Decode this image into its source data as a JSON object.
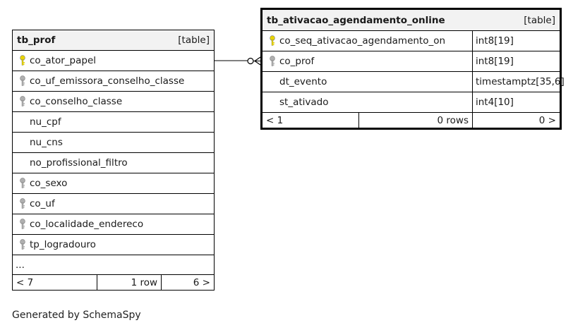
{
  "tb_prof": {
    "name": "tb_prof",
    "kind": "[table]",
    "columns": [
      {
        "name": "co_ator_papel",
        "key": "primary"
      },
      {
        "name": "co_uf_emissora_conselho_classe",
        "key": "foreign"
      },
      {
        "name": "co_conselho_classe",
        "key": "foreign"
      },
      {
        "name": "nu_cpf",
        "key": "none"
      },
      {
        "name": "nu_cns",
        "key": "none"
      },
      {
        "name": "no_profissional_filtro",
        "key": "none"
      },
      {
        "name": "co_sexo",
        "key": "foreign"
      },
      {
        "name": "co_uf",
        "key": "foreign"
      },
      {
        "name": "co_localidade_endereco",
        "key": "foreign"
      },
      {
        "name": "tp_logradouro",
        "key": "foreign"
      }
    ],
    "ellipsis": "...",
    "footer": {
      "parents": "< 7",
      "rows": "1 row",
      "children": "6 >"
    }
  },
  "tb_ativacao": {
    "name": "tb_ativacao_agendamento_online",
    "kind": "[table]",
    "columns": [
      {
        "name": "co_seq_ativacao_agendamento_on",
        "type": "int8[19]",
        "key": "primary"
      },
      {
        "name": "co_prof",
        "type": "int8[19]",
        "key": "foreign"
      },
      {
        "name": "dt_evento",
        "type": "timestamptz[35,6]",
        "key": "none"
      },
      {
        "name": "st_ativado",
        "type": "int4[10]",
        "key": "none"
      }
    ],
    "footer": {
      "parents": "< 1",
      "rows": "0 rows",
      "children": "0 >"
    }
  },
  "relationship": {
    "from": "tb_prof.co_ator_papel",
    "to": "tb_ativacao_agendamento_online.co_prof"
  },
  "credit": "Generated by SchemaSpy",
  "colors": {
    "primary_key": "#e8d400",
    "foreign_key": "#b0b0b0"
  }
}
